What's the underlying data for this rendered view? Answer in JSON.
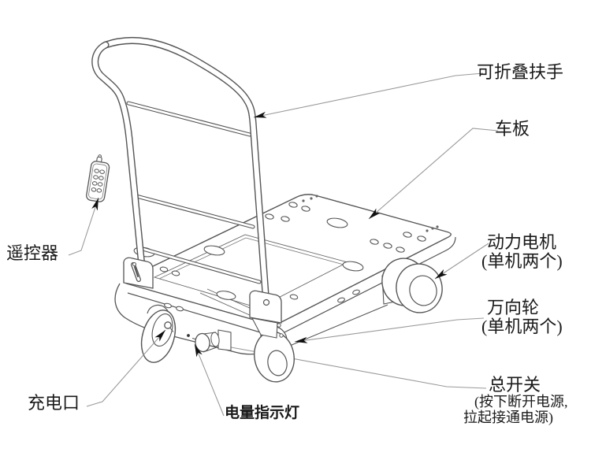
{
  "diagram": {
    "type": "technical-callout-diagram",
    "background": "#ffffff",
    "drawing_line_color": "#555555",
    "leader_line_color": "#9a9a9a",
    "arrow_color": "#111111",
    "text_color": "#1a1a1a",
    "labels": {
      "handle": {
        "text": "可折叠扶手"
      },
      "deck": {
        "text": "车板"
      },
      "motor": {
        "text": "动力电机",
        "sub": "(单机两个)"
      },
      "caster": {
        "text": "万向轮",
        "sub": "(单机两个)"
      },
      "main_switch": {
        "text": "总开关",
        "sub1": "(按下断开电源,",
        "sub2": "拉起接通电源)"
      },
      "remote": {
        "text": "遥控器"
      },
      "charging_port": {
        "text": "充电口"
      },
      "battery_light": {
        "text": "电量指示灯"
      }
    }
  }
}
